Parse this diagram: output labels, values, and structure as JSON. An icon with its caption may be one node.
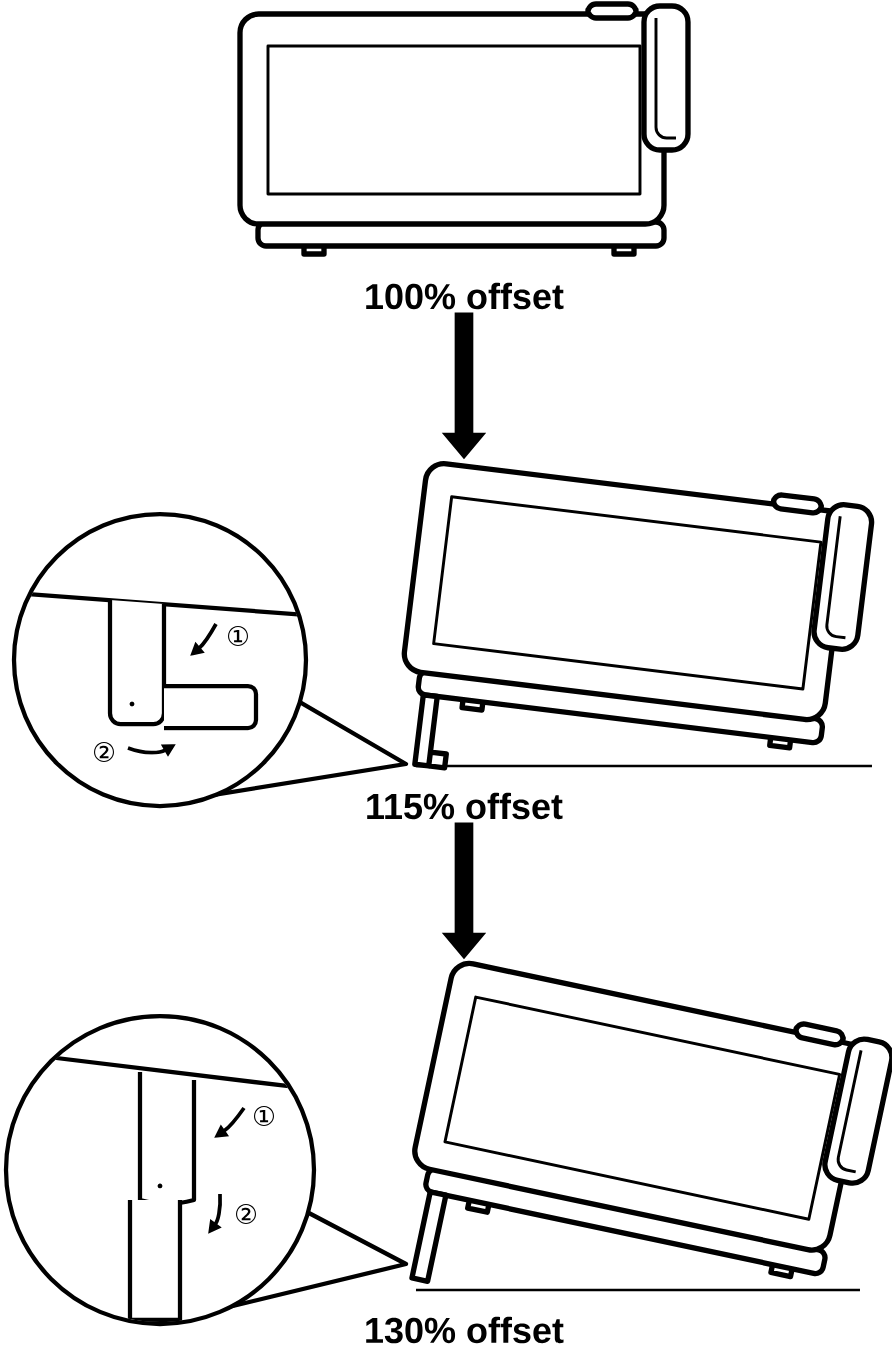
{
  "diagram": {
    "nodes": [
      {
        "text": [],
        "shape": "picture"
      },
      {
        "text": [
          "100% offset"
        ]
      },
      {
        "text": [],
        "shape": "picture"
      },
      {
        "text": [
          "115% offset"
        ]
      },
      {
        "text": [],
        "shape": "picture"
      },
      {
        "text": [
          "130% offset"
        ]
      }
    ],
    "edges": [
      {
        "from": 1,
        "to": 2,
        "arrow": "to"
      },
      {
        "from": 3,
        "to": 4,
        "arrow": "to"
      }
    ],
    "labels": [
      "①",
      "②",
      "①",
      "②"
    ]
  }
}
